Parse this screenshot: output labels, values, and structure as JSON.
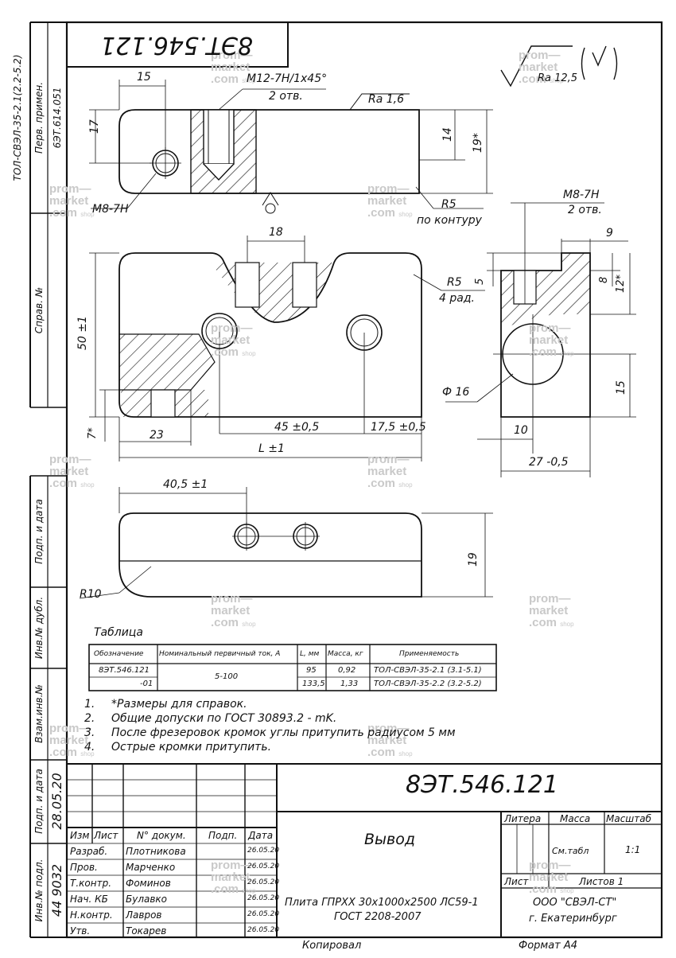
{
  "drawing": {
    "designation": "8ЭТ.546.121",
    "designation_mirrored": "8ЭТ.546.121",
    "name": "Вывод",
    "material_line1": "Плита ГПРХХ 30х1000х2500 ЛС59-1",
    "material_line2": "ГОСТ 2208-2007",
    "company_line1": "ООО \"СВЭЛ-СТ\"",
    "company_line2": "г. Екатеринбург",
    "copied": "Копировал",
    "format": "Формат А4"
  },
  "side_strip": {
    "perv_primen": "Перв. примен.",
    "perv_value": "6ЭТ.614.051",
    "sprav": "Справ. №",
    "podp_data": "Подп. и дата",
    "inv_dubl": "Инв.№ дубл.",
    "vzam_inv": "Взам.инв.№",
    "podp_data2": "Подп. и дата",
    "inv_podl": "Инв.№ подл.",
    "inv_podl_value": "44 9032",
    "date_hand": "28.05.20",
    "top_note": "ТОЛ-СВЭЛ-35-2.1(2.2-5.2)"
  },
  "roughness": {
    "general": "Ra 12,5",
    "surface": "Ra 1,6"
  },
  "dims": {
    "d15": "15",
    "thread_top": "М12-7Н/1х45°",
    "thread_top_count": "2 отв.",
    "d17": "17",
    "d14": "14",
    "d19s": "19*",
    "m8_left": "М8-7Н",
    "r5_contour": "R5",
    "r5_contour_note": "по контуру",
    "d18": "18",
    "r5_4": "R5",
    "r5_4_note": "4 рад.",
    "d50": "50 ±1",
    "d7s": "7*",
    "d23": "23",
    "d45": "45 ±0,5",
    "d175": "17,5 ±0,5",
    "dL": "L ±1",
    "m8_right": "М8-7Н",
    "m8_right_count": "2 отв.",
    "d9": "9",
    "d5": "5",
    "d8": "8",
    "d12s": "12*",
    "phi16": "Ф 16",
    "d15r": "15",
    "d10": "10",
    "d27": "27 -0,5",
    "d405": "40,5 ±1",
    "d19": "19",
    "r10": "R10"
  },
  "table": {
    "caption": "Таблица",
    "headers": [
      "Обозначение",
      "Номинальный первичный ток, А",
      "L, мм",
      "Масса, кг",
      "Применяемость"
    ],
    "rows": [
      [
        "8ЭТ.546.121",
        "5-100",
        "95",
        "0,92",
        "ТОЛ-СВЭЛ-35-2.1 (3.1-5.1)"
      ],
      [
        "-01",
        "",
        "133,5",
        "1,33",
        "ТОЛ-СВЭЛ-35-2.2 (3.2-5.2)"
      ]
    ]
  },
  "notes": [
    {
      "num": "1.",
      "text": "*Размеры для справок."
    },
    {
      "num": "2.",
      "text": "Общие допуски по ГОСТ 30893.2 - mK."
    },
    {
      "num": "3.",
      "text": "После фрезеровок кромок углы притупить радиусом 5 мм"
    },
    {
      "num": "4.",
      "text": "Острые кромки притупить."
    }
  ],
  "title_block": {
    "col_izm": "Изм",
    "col_list": "Лист",
    "col_ndok": "N° докум.",
    "col_podp": "Подп.",
    "col_data": "Дата",
    "roles": [
      "Разраб.",
      "Пров.",
      "Т.контр.",
      "Нач. КБ",
      "Н.контр.",
      "Утв."
    ],
    "names": [
      "Плотникова",
      "Марченко",
      "Фоминов",
      "Булавко",
      "Лавров",
      "Токарев"
    ],
    "dates": [
      "26.05.20",
      "26.05.20",
      "26.05.20",
      "26.05.20",
      "26.05.20",
      "26.05.20"
    ],
    "litera": "Литера",
    "massa": "Масса",
    "masshtab": "Масштаб",
    "massa_value": "См.табл",
    "scale_value": "1:1",
    "list": "Лист",
    "listov": "Листов 1"
  },
  "watermark": {
    "line1": "prom—",
    "line2": "market",
    "line3": ".com",
    "shop": "shop"
  }
}
